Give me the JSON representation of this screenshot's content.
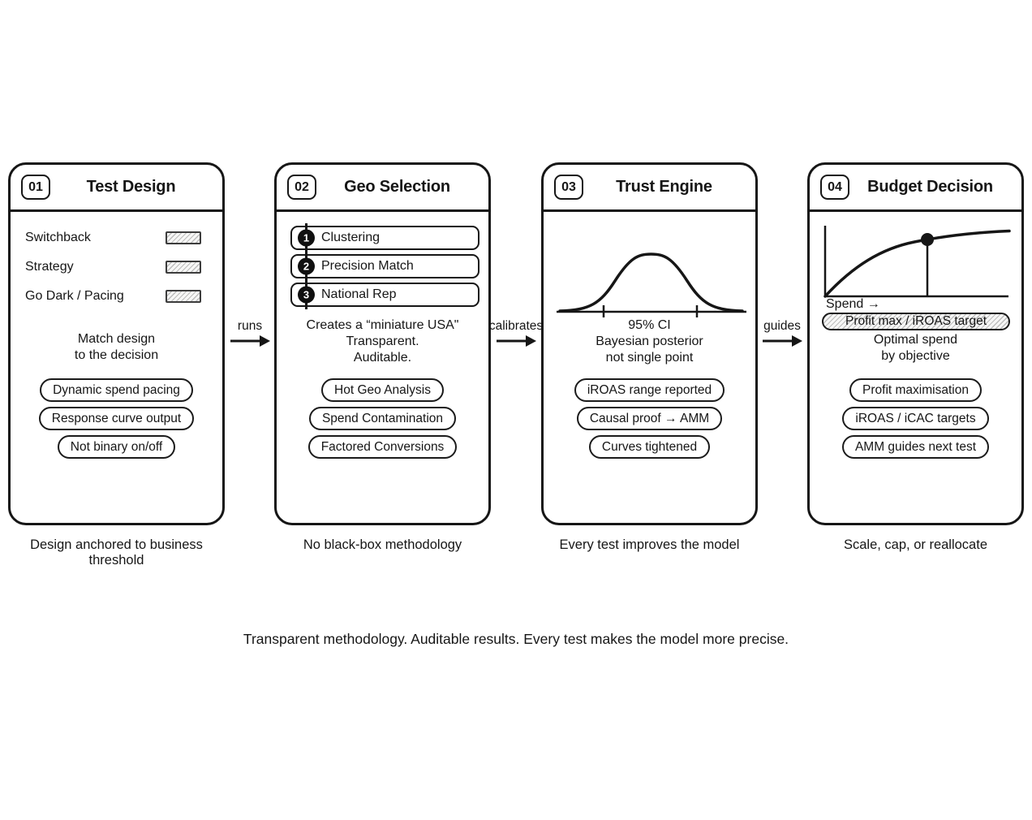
{
  "colors": {
    "ink": "#161616",
    "hatch_line": "#bdbdbd",
    "paper": "#ffffff"
  },
  "footer": "Transparent methodology. Auditable results. Every test makes the model more precise.",
  "connectors": [
    {
      "label": "runs"
    },
    {
      "label": "calibrates"
    },
    {
      "label": "guides"
    }
  ],
  "panels": [
    {
      "number": "01",
      "title": "Test Design",
      "rows": [
        {
          "label": "Switchback"
        },
        {
          "label": "Strategy"
        },
        {
          "label": "Go Dark / Pacing"
        }
      ],
      "note_lines": [
        "Match design",
        "to the decision"
      ],
      "pills": [
        {
          "label": "Dynamic spend pacing"
        },
        {
          "label": "Response curve output"
        },
        {
          "label": "Not binary on/off"
        }
      ],
      "caption": "Design anchored to business threshold"
    },
    {
      "number": "02",
      "title": "Geo Selection",
      "steps": [
        {
          "num": "1",
          "label": "Clustering"
        },
        {
          "num": "2",
          "label": "Precision Match"
        },
        {
          "num": "3",
          "label": "National Rep"
        }
      ],
      "note_lines": [
        "Creates a “miniature USA\"",
        "Transparent.",
        "Auditable."
      ],
      "pills": [
        {
          "label": "Hot Geo Analysis"
        },
        {
          "label": "Spend Contamination"
        },
        {
          "label": "Factored Conversions"
        }
      ],
      "caption": "No black-box methodology"
    },
    {
      "number": "03",
      "title": "Trust Engine",
      "note_lines": [
        "95% CI",
        "Bayesian posterior",
        "not single point"
      ],
      "pills": [
        {
          "label": "iROAS range reported"
        },
        {
          "label": "Causal proof → AMM"
        },
        {
          "label": "Curves tightened"
        }
      ],
      "caption": "Every test improves the model"
    },
    {
      "number": "04",
      "title": "Budget Decision",
      "axis_label": "Spend →",
      "banner": "Profit max / iROAS target",
      "note_lines": [
        "Optimal spend",
        "by objective"
      ],
      "pills": [
        {
          "label": "Profit maximisation"
        },
        {
          "label": "iROAS / iCAC targets"
        },
        {
          "label": "AMM guides next test"
        }
      ],
      "caption": "Scale, cap, or reallocate"
    }
  ]
}
